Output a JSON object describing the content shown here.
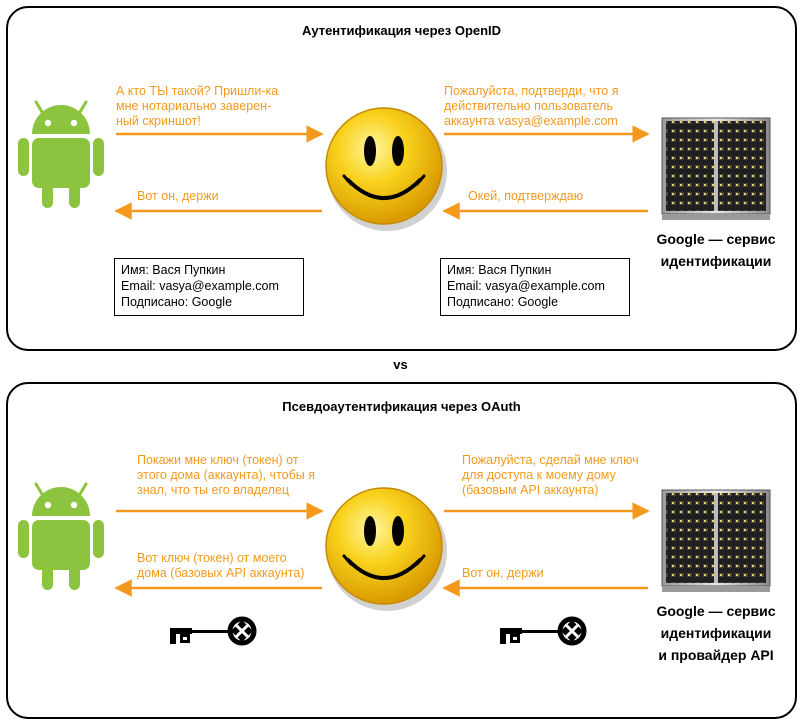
{
  "panel_openid": {
    "title": "Аутентификация через OpenID",
    "msg_client_request": [
      "А кто ТЫ такой? Пришли-ка",
      "мне нотариально заверен-",
      "ный скриншот!"
    ],
    "msg_provider_request": [
      "Пожалуйста, подтверди, что я",
      "действительно пользователь",
      "аккаунта vasya@example.com"
    ],
    "msg_client_response": "Вот он, держи",
    "msg_provider_response": "Окей, подтверждаю",
    "card_left": [
      "Имя: Вася Пупкин",
      "Email: vasya@example.com",
      "Подписано: Google"
    ],
    "card_right": [
      "Имя: Вася Пупкин",
      "Email: vasya@example.com",
      "Подписано: Google"
    ],
    "server_label": [
      "Google — сервис",
      "идентификации"
    ]
  },
  "vs_label": "vs",
  "panel_oauth": {
    "title": "Псевдоаутентификация через OAuth",
    "msg_client_request": [
      "Покажи мне ключ (токен) от",
      "этого дома (аккаунта), чтобы я",
      "знал, что ты его владелец"
    ],
    "msg_provider_request": [
      "Пожалуйста, сделай мне ключ",
      "для доступа к моему дому",
      "(базовым API аккаунта)"
    ],
    "msg_client_response": [
      "Вот ключ (токен) от моего",
      "дома (базовых API аккаунта)"
    ],
    "msg_provider_response": "Вот он, держи",
    "server_label": [
      "Google — сервис",
      "идентификации",
      "и провайдер API"
    ]
  },
  "colors": {
    "arrow": "#f39a1e",
    "android": "#8dc43f",
    "smiley": "#f7c81e",
    "border": "#000000"
  },
  "icons": [
    "android-icon",
    "smiley-icon",
    "server-icon",
    "key-icon"
  ]
}
